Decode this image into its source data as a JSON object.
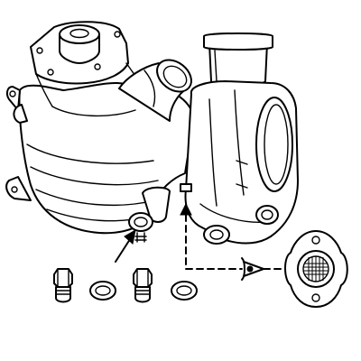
{
  "figure": {
    "subject": "",
    "parts": [
      "pump-housing",
      "thermostat-housing",
      "drain-plug",
      "sealing-washer",
      "cover-plate-with-mesh",
      "eye-symbol",
      "arrows"
    ]
  },
  "colors": {
    "ink": "#000000",
    "paper": "#ffffff",
    "shade": "#000000"
  }
}
